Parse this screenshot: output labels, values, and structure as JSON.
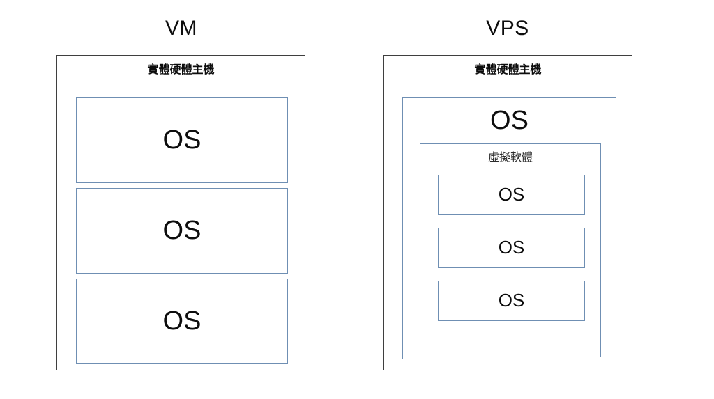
{
  "diagram": {
    "title_left": "VM",
    "title_right": "VPS",
    "columns": [
      {
        "id": "vm",
        "title": "VM",
        "host_label": "實體硬體主機",
        "guests": [
          {
            "label": "OS"
          },
          {
            "label": "OS"
          },
          {
            "label": "OS"
          }
        ]
      },
      {
        "id": "vps",
        "title": "VPS",
        "host_label": "實體硬體主機",
        "host_os_label": "OS",
        "virtualization_label": "虛擬軟體",
        "guests": [
          {
            "label": "OS"
          },
          {
            "label": "OS"
          },
          {
            "label": "OS"
          }
        ]
      }
    ],
    "colors": {
      "background": "#ffffff",
      "outer_border": "#3f3f3f",
      "inner_border": "#6f8fb3",
      "text": "#0d0d0d"
    }
  }
}
